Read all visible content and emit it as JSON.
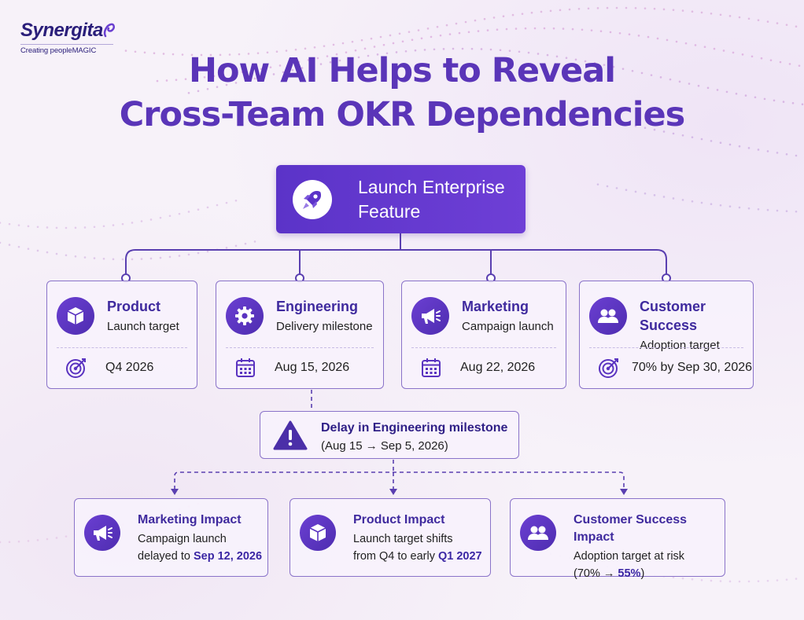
{
  "logo": {
    "name": "Synergita",
    "tagline": "Creating peopleMAGIC"
  },
  "title": {
    "line1": "How AI Helps to Reveal",
    "line2": "Cross-Team OKR Dependencies"
  },
  "root": {
    "line1": "Launch Enterprise",
    "line2": "Feature",
    "icon": "rocket-icon"
  },
  "teams": [
    {
      "name": "Product",
      "subtitle": "Launch target",
      "value": "Q4 2026",
      "icon": "cube-icon",
      "value_icon": "target-icon"
    },
    {
      "name": "Engineering",
      "subtitle": "Delivery milestone",
      "value": "Aug 15, 2026",
      "icon": "gear-icon",
      "value_icon": "calendar-icon"
    },
    {
      "name": "Marketing",
      "subtitle": "Campaign launch",
      "value": "Aug 22, 2026",
      "icon": "megaphone-icon",
      "value_icon": "calendar-icon"
    },
    {
      "name": "Customer Success",
      "subtitle": "Adoption target",
      "value": "70% by Sep 30, 2026",
      "icon": "users-icon",
      "value_icon": "target-icon"
    }
  ],
  "delay": {
    "title": "Delay in Engineering milestone",
    "detail": "(Aug 15 → Sep 5, 2026)",
    "icon": "warning-icon"
  },
  "impacts": [
    {
      "name": "Marketing Impact",
      "line1": "Campaign launch",
      "line2_prefix": "delayed to ",
      "line2_highlight": "Sep 12, 2026",
      "line2_suffix": "",
      "icon": "megaphone-icon"
    },
    {
      "name": "Product Impact",
      "line1": "Launch target shifts",
      "line2_prefix": "from Q4 to early ",
      "line2_highlight": "Q1 2027",
      "line2_suffix": "",
      "icon": "cube-icon"
    },
    {
      "name": "Customer Success Impact",
      "line1": "Adoption target at risk",
      "line2_prefix": "(70% → ",
      "line2_highlight": "55%",
      "line2_suffix": ")",
      "icon": "users-icon"
    }
  ],
  "colors": {
    "accent": "#5b33c8",
    "heading": "#5a35b8",
    "border": "#8a73c9",
    "background": "#f7f2f9"
  }
}
